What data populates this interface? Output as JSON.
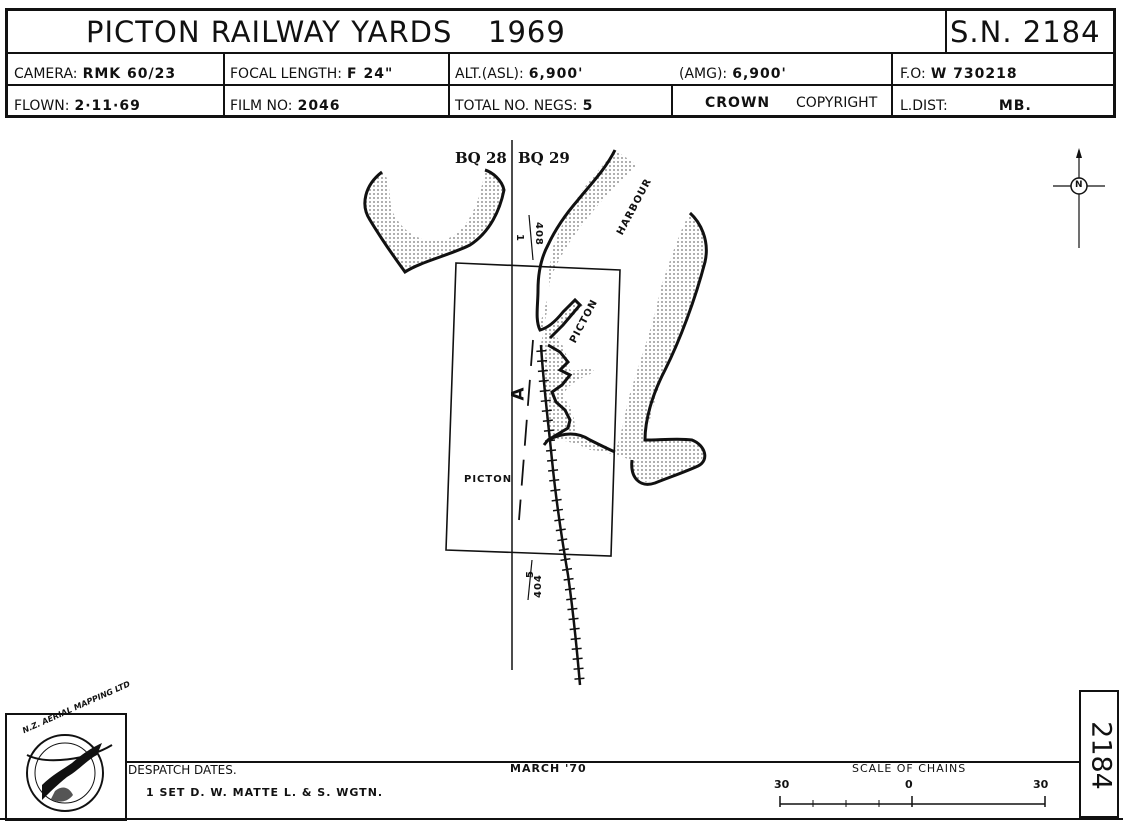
{
  "header": {
    "title": "PICTON  RAILWAY  YARDS",
    "year": "1969",
    "sheet_no": "S.N. 2184",
    "camera_label": "CAMERA:",
    "camera_value": "RMK 60/23",
    "focal_label": "FOCAL LENGTH:",
    "focal_value": "F 24\"",
    "alt_asl_label": "ALT.(ASL):",
    "alt_asl_value": "6,900'",
    "alt_amg_label": "(AMG):",
    "alt_amg_value": "6,900'",
    "fo_label": "F.O:",
    "fo_value": "W 730218",
    "flown_label": "FLOWN:",
    "flown_value": "2·11·69",
    "film_label": "FILM NO:",
    "film_value": "2046",
    "negs_label": "TOTAL NO. NEGS:",
    "negs_value": "5",
    "crown": "CROWN",
    "copyright": "COPYRIGHT",
    "ldist_label": "L.DIST:",
    "ldist_value": "MB."
  },
  "map": {
    "bq_left": "BQ 28",
    "bq_right": "BQ 29",
    "harbour_label": "HARBOUR",
    "town_label": "PICTON",
    "town_label_2": "PICTON",
    "run_label": "A",
    "frame_top_num": "1",
    "frame_top_den": "408",
    "frame_bottom_num": "5",
    "frame_bottom_den": "404",
    "north_letter": "N"
  },
  "footer": {
    "logo_text": "N.Z. AERIAL MAPPING LTD",
    "despatch_label": "DESPATCH  DATES.",
    "despatch_date": "MARCH '70",
    "despatch_line": "1  SET  D. W. MATTE   L. & S. WGTN.",
    "scale_label": "SCALE  OF  CHAINS",
    "scale_left": "30",
    "scale_mid": "0",
    "scale_right": "30",
    "sheet_tab": "2184"
  }
}
